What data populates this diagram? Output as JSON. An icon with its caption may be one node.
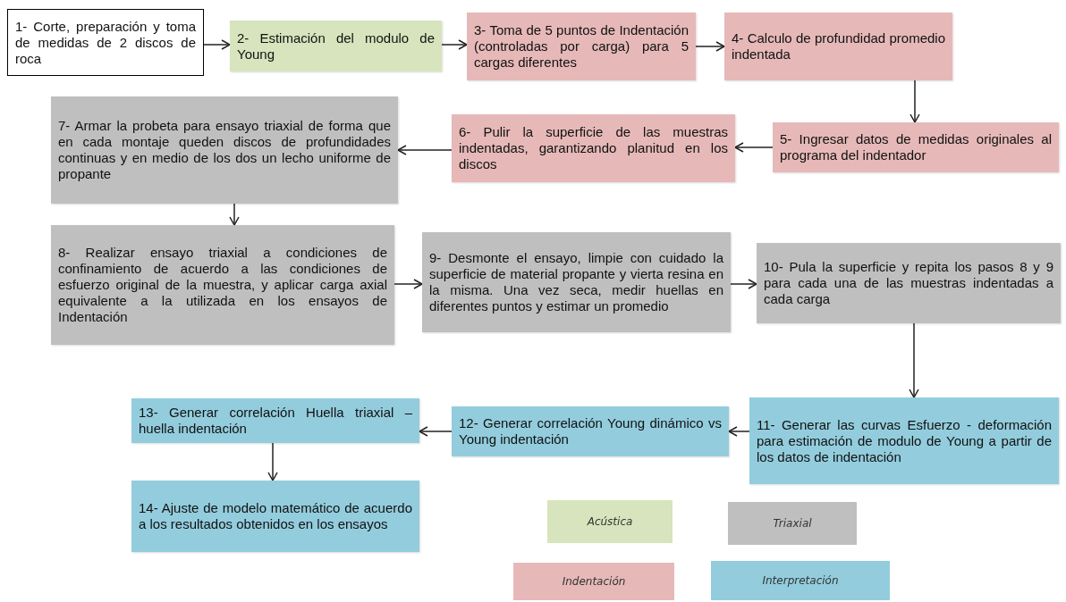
{
  "diagram": {
    "nodes": [
      {
        "text": [
          "1- Corte, preparación y toma de medidas de 2 discos de roca"
        ]
      },
      {
        "text": [
          "2- Estimación del modulo de Young"
        ]
      },
      {
        "text": [
          "3- Toma de 5 puntos de Indentación (controladas por carga) para 5 cargas diferentes"
        ]
      },
      {
        "text": [
          "4- Calculo de profundidad promedio indentada"
        ]
      },
      {
        "text": [
          "5- Ingresar datos de medidas originales al programa del indentador"
        ]
      },
      {
        "text": [
          "6- Pulir la superficie de las muestras indentadas, garantizando planitud en los discos"
        ]
      },
      {
        "text": [
          "7- Armar la probeta para ensayo triaxial de forma que en cada montaje queden discos de profundidades continuas y en medio de los dos un lecho uniforme de propante"
        ]
      },
      {
        "text": [
          "8- Realizar ensayo triaxial a condiciones de confinamiento de acuerdo a las condiciones de esfuerzo original de la muestra, y aplicar carga axial equivalente a la utilizada en los ensayos de Indentación"
        ]
      },
      {
        "text": [
          "9- Desmonte el ensayo, limpie con cuidado la superficie de material propante y vierta resina en la misma. Una vez seca, medir huellas en diferentes puntos y estimar un promedio"
        ]
      },
      {
        "text": [
          "10- Pula la superficie y repita los pasos 8 y 9 para cada una de las muestras indentadas a cada carga"
        ]
      },
      {
        "text": [
          "11- Generar las curvas Esfuerzo - deformación para estimación de modulo de Young a partir de los datos de indentación"
        ]
      },
      {
        "text": [
          "12- Generar correlación Young dinámico vs Young indentación"
        ]
      },
      {
        "text": [
          "13- Generar correlación Huella triaxial – huella indentación"
        ]
      },
      {
        "text": [
          "14- Ajuste de modelo matemático de acuerdo a los resultados obtenidos en los ensayos"
        ]
      }
    ],
    "edges": [
      {
        "from": 0,
        "to": 1,
        "arrow": "to"
      },
      {
        "from": 1,
        "to": 2,
        "arrow": "to"
      },
      {
        "from": 2,
        "to": 3,
        "arrow": "to"
      },
      {
        "from": 3,
        "to": 4,
        "arrow": "to"
      },
      {
        "from": 4,
        "to": 5,
        "arrow": "to"
      },
      {
        "from": 5,
        "to": 6,
        "arrow": "to"
      },
      {
        "from": 6,
        "to": 7,
        "arrow": "to"
      },
      {
        "from": 7,
        "to": 8,
        "arrow": "to"
      },
      {
        "from": 8,
        "to": 9,
        "arrow": "to"
      },
      {
        "from": 9,
        "to": 10,
        "arrow": "to"
      },
      {
        "from": 10,
        "to": 11,
        "arrow": "to"
      },
      {
        "from": 11,
        "to": 12,
        "arrow": "to"
      },
      {
        "from": 12,
        "to": 13,
        "arrow": "to"
      }
    ],
    "legend": [
      {
        "text": "Acústica",
        "color": "#d7e4bd"
      },
      {
        "text": "Triaxial",
        "color": "#bfbfbf"
      },
      {
        "text": "Indentación",
        "color": "#e6b9b8"
      },
      {
        "text": "Interpretación",
        "color": "#93cddd"
      }
    ]
  }
}
